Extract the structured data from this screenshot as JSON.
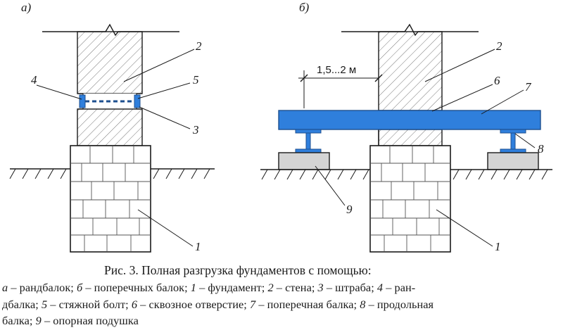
{
  "panels": {
    "a": {
      "label": "а)",
      "callouts": {
        "c4": "4",
        "c5": "5",
        "c2": "2",
        "c3": "3",
        "c1": "1"
      }
    },
    "b": {
      "label": "б)",
      "dimension": "1,5...2 м",
      "callouts": {
        "c2": "2",
        "c6": "6",
        "c7": "7",
        "c8": "8",
        "c9": "9",
        "c1": "1"
      }
    }
  },
  "caption": {
    "title": "Рис. 3. Полная разгрузка фундаментов с помощью:",
    "l1": [
      {
        "k": "а",
        "t": " – рандбалок; "
      },
      {
        "k": "б",
        "t": " – поперечных балок; "
      },
      {
        "k": "1",
        "t": " – фундамент; "
      },
      {
        "k": "2",
        "t": " – стена; "
      },
      {
        "k": "3",
        "t": " – штраба; "
      },
      {
        "k": "4",
        "t": " – ран-"
      }
    ],
    "l2_start": "дбалка; ",
    "l2": [
      {
        "k": "5",
        "t": " – стяжной болт; "
      },
      {
        "k": "6",
        "t": " – сквозное отверстие; "
      },
      {
        "k": "7",
        "t": " – поперечная балка; "
      },
      {
        "k": "8",
        "t": " – продольная"
      }
    ],
    "l3_start": "балка; ",
    "l3": [
      {
        "k": "9",
        "t": " – опорная подушка"
      }
    ]
  },
  "colors": {
    "beam": "#2f7fdc",
    "beam_stroke": "#1d4f8f",
    "pad": "#d4d4d4",
    "ibeam": "#2f7fdc",
    "line": "#1a1a1a"
  }
}
